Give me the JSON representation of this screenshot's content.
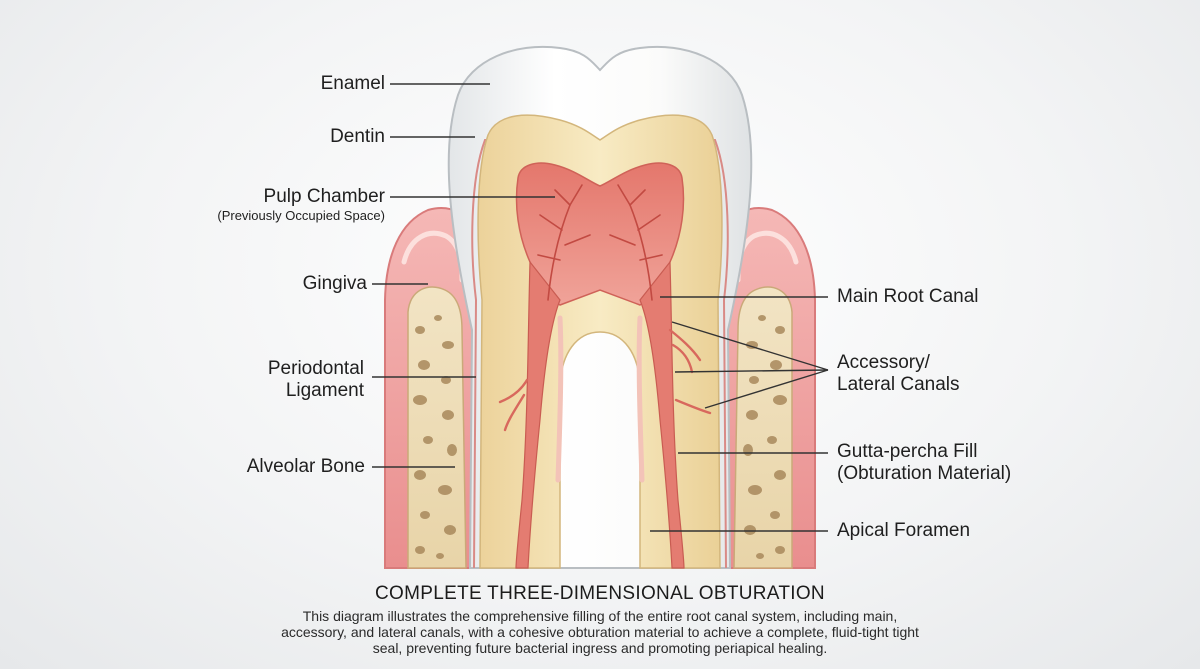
{
  "labels": {
    "enamel": "Enamel",
    "dentin": "Dentin",
    "pulp_chamber": "Pulp Chamber",
    "pulp_chamber_note": "(Previously Occupied Space)",
    "gingiva": "Gingiva",
    "periodontal_line1": "Periodontal",
    "periodontal_line2": "Ligament",
    "alveolar_bone": "Alveolar Bone",
    "main_root_canal": "Main Root Canal",
    "accessory_line1": "Accessory/",
    "accessory_line2": "Lateral Canals",
    "gutta_line1": "Gutta-percha Fill",
    "gutta_line2": "(Obturation Material)",
    "apical_foramen": "Apical Foramen"
  },
  "title": "COMPLETE THREE-DIMENSIONAL OBTURATION",
  "caption": "This diagram illustrates the comprehensive filling of the entire root canal system, including main, accessory, and lateral canals, with a cohesive obturation material to achieve a complete, fluid-tight tight seal, preventing future bacterial ingress and promoting periapical healing.",
  "colors": {
    "enamel": "#f7f7f5",
    "dentin": "#f3e2b0",
    "pulp": "#e88a80",
    "gingiva": "#f0a9a8",
    "bone": "#efe0bf",
    "bone_pore": "#a98a5d",
    "canal": "#e27569"
  }
}
